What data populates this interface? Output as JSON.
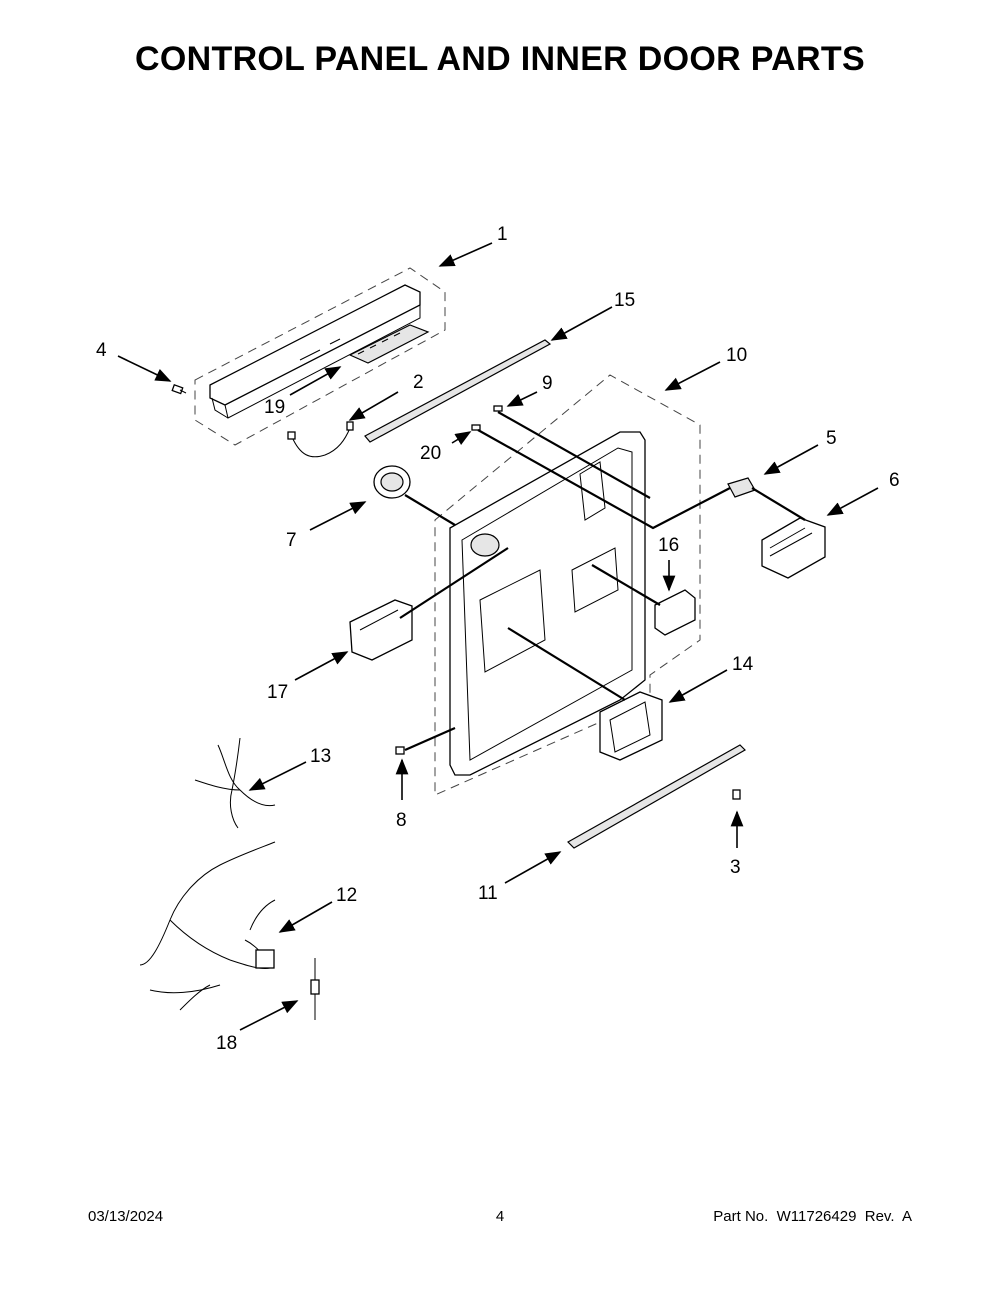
{
  "title": "CONTROL PANEL AND INNER DOOR PARTS",
  "callouts": {
    "c1": "1",
    "c2": "2",
    "c3": "3",
    "c4": "4",
    "c5": "5",
    "c6": "6",
    "c7": "7",
    "c8": "8",
    "c9": "9",
    "c10": "10",
    "c11": "11",
    "c12": "12",
    "c13": "13",
    "c14": "14",
    "c15": "15",
    "c16": "16",
    "c17": "17",
    "c18": "18",
    "c19": "19",
    "c20": "20"
  },
  "footer": {
    "date": "03/13/2024",
    "page": "4",
    "part": "Part No.  W11726429  Rev.  A"
  }
}
